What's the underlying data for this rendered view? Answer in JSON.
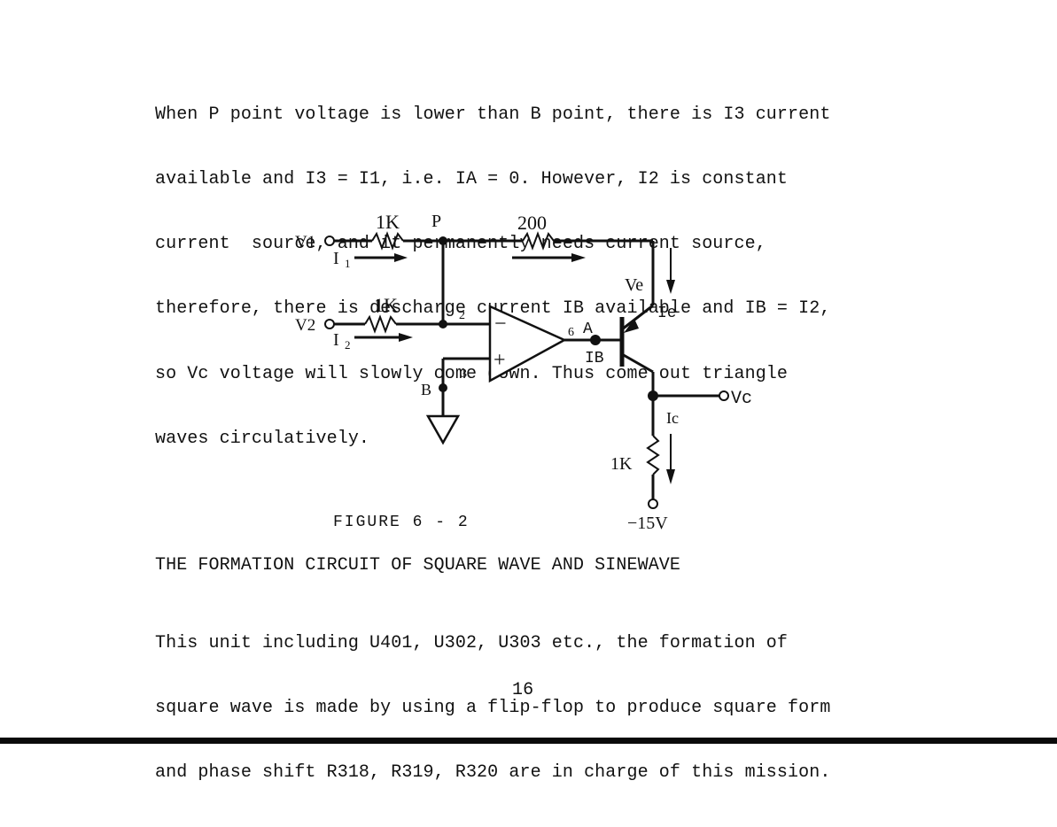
{
  "paragraph1": [
    "When P point voltage is lower than B point, there is I3 current",
    "available and I3 = I1, i.e. IA = 0. However, I2 is constant",
    "current  source, and it permanently needs current source,",
    "therefore, there is descharge current IB available and IB = I2,",
    "so Vc voltage will slowly come down. Thus come out triangle",
    "waves circulatively."
  ],
  "figure": {
    "labels": {
      "v1": "V1",
      "v2": "V2",
      "r1": "1K",
      "r2": "1K",
      "p": "P",
      "r200": "200",
      "i1": "I",
      "i1_sub": "1",
      "i2": "I",
      "i2_sub": "2",
      "ve": "Ve",
      "ie": "Ie",
      "pin2": "2",
      "pin3": "3",
      "pin6": "6",
      "minus": "−",
      "plus": "+",
      "a": "A",
      "ib": "IB",
      "b": "B",
      "vc": "Vc",
      "ic": "Ic",
      "r3": "1K",
      "supply": "−15V"
    },
    "caption": "FIGURE 6 - 2"
  },
  "heading": "THE FORMATION CIRCUIT OF SQUARE WAVE AND SINEWAVE",
  "paragraph2": [
    "This unit including U401, U302, U303 etc., the formation of",
    "square wave is made by using a flip-flop to produce square form",
    "and phase shift R318, R319, R320 are in charge of this mission."
  ],
  "page_number": "16"
}
